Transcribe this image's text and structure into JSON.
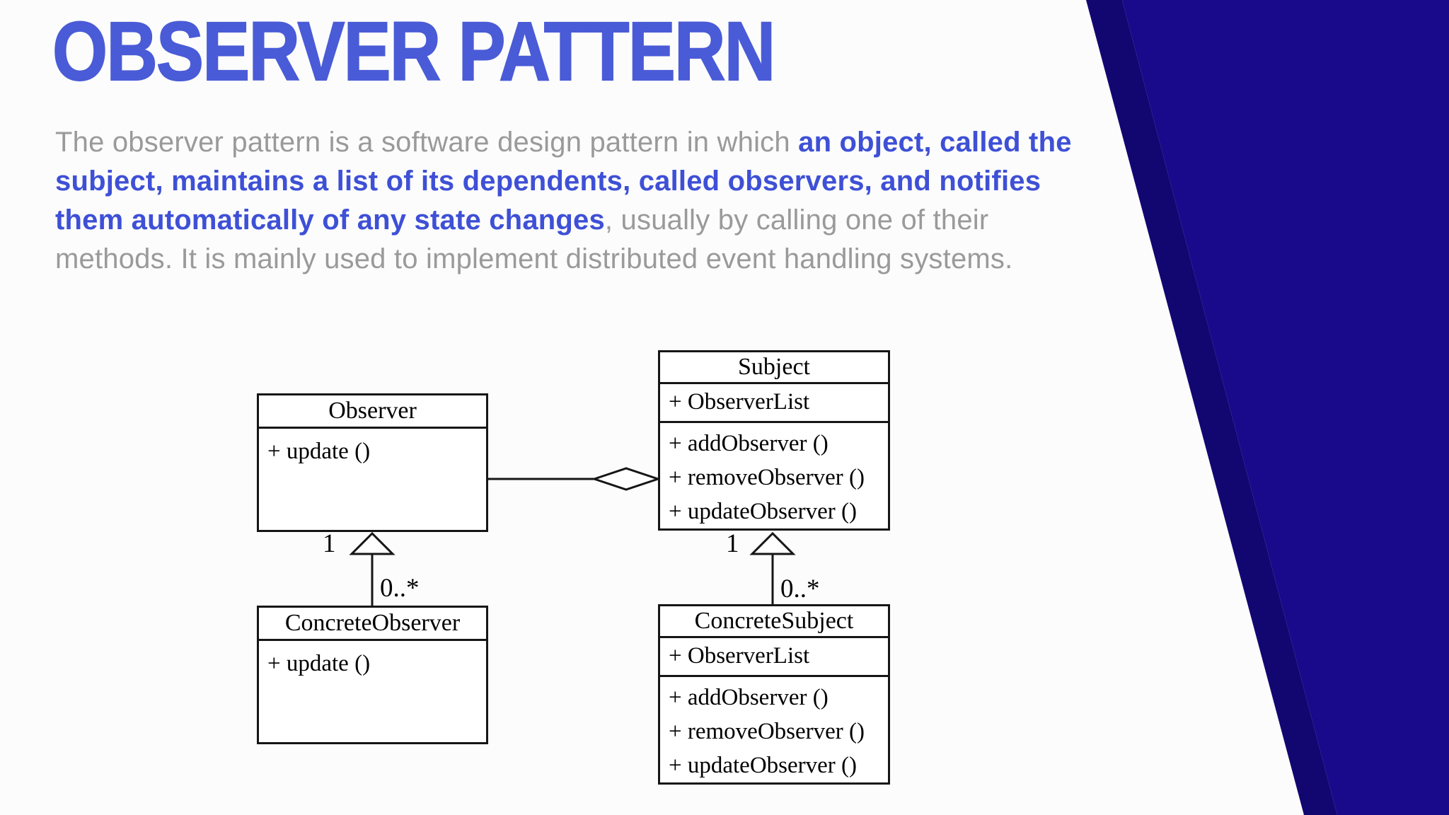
{
  "theme": {
    "background": "#fcfcfc",
    "title_blue": "#4a5bd7",
    "emphasis_blue": "#3e50d6",
    "body_gray": "#9a9a9a",
    "wedge_navy": "#190a8c",
    "wedge_navy_dark": "#120771",
    "diagram_ink": "#161616"
  },
  "header": {
    "title": "OBSERVER PATTERN"
  },
  "intro": {
    "part1": "The observer pattern is a software design pattern in which ",
    "emphasis": "an object, called the subject, maintains a list of its dependents, called observers, and notifies them automatically of any state changes",
    "part2": ", usually by calling one of their methods. It is mainly used to implement distributed event handling systems."
  },
  "diagram": {
    "classes": [
      {
        "name": "Observer",
        "attributes": [],
        "methods": [
          "+ update ()"
        ]
      },
      {
        "name": "Subject",
        "attributes": [
          "+ ObserverList"
        ],
        "methods": [
          "+ addObserver ()",
          "+ removeObserver ()",
          "+ updateObserver ()"
        ]
      },
      {
        "name": "ConcreteObserver",
        "attributes": [],
        "methods": [
          "+ update ()"
        ]
      },
      {
        "name": "ConcreteSubject",
        "attributes": [
          "+ ObserverList"
        ],
        "methods": [
          "+ addObserver ()",
          "+ removeObserver ()",
          "+ updateObserver ()"
        ]
      }
    ],
    "relationships": {
      "inheritance_left": {
        "parent_multiplicity": "1",
        "child_multiplicity": "0..*"
      },
      "inheritance_right": {
        "parent_multiplicity": "1",
        "child_multiplicity": "0..*"
      }
    }
  }
}
